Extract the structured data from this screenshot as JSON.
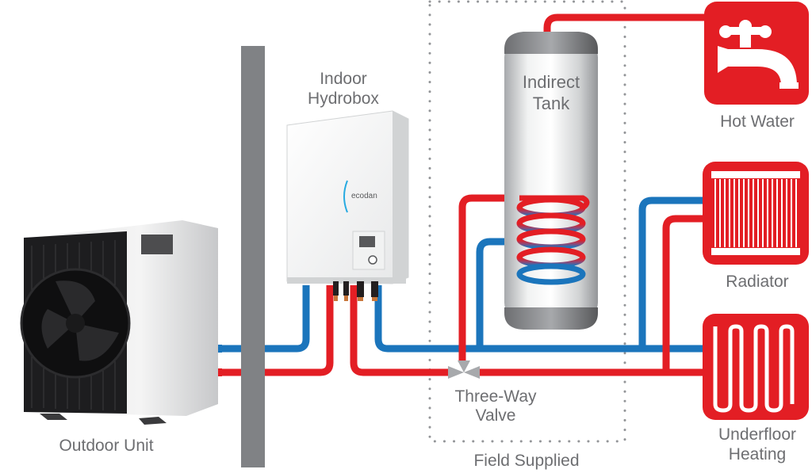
{
  "title": "Air source heat pump system diagram",
  "colors": {
    "flow_hot": "#e31e24",
    "flow_cold": "#1b75bc",
    "label_text": "#6d6e71",
    "wall": "#808285",
    "field_boundary": "#939598",
    "appliance_icon_bg": "#e31e24"
  },
  "components": {
    "outdoor_unit": {
      "label": "Outdoor Unit"
    },
    "hydrobox": {
      "label_line1": "Indoor",
      "label_line2": "Hydrobox",
      "brand_text": "ecodan"
    },
    "indirect_tank": {
      "label_line1": "Indirect",
      "label_line2": "Tank"
    },
    "three_way_valve": {
      "label_line1": "Three-Way",
      "label_line2": "Valve"
    },
    "field_supplied": {
      "label": "Field Supplied"
    },
    "hot_water": {
      "label": "Hot Water",
      "icon": "tap-icon"
    },
    "radiator": {
      "label": "Radiator",
      "icon": "radiator-icon"
    },
    "underfloor": {
      "label_line1": "Underfloor",
      "label_line2": "Heating",
      "icon": "underfloor-heating-icon"
    }
  }
}
